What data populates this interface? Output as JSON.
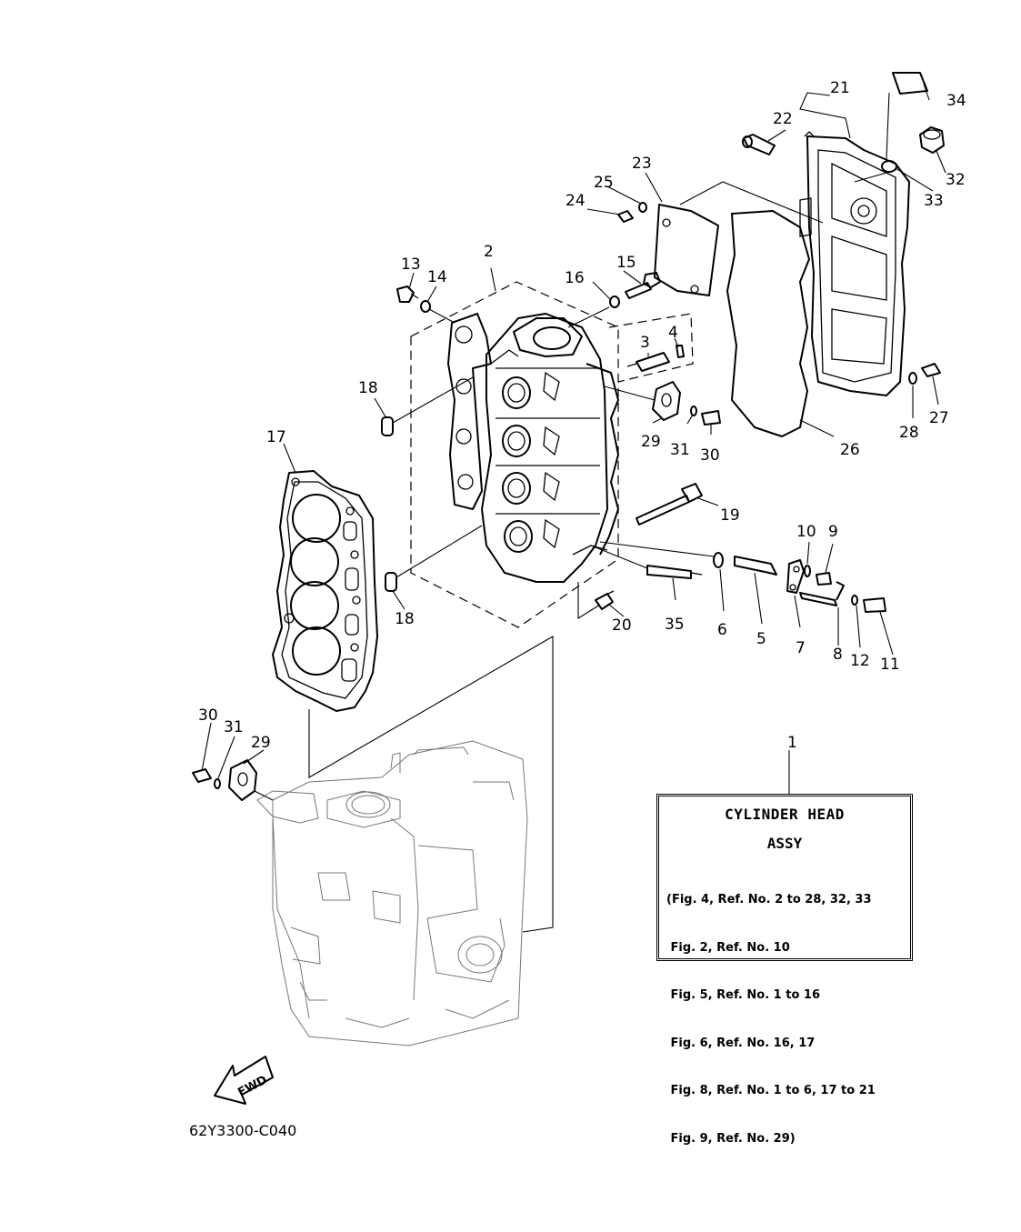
{
  "info_box": {
    "title": "CYLINDER HEAD",
    "subtitle": "ASSY",
    "lines": [
      "(Fig. 4, Ref. No. 2 to 28, 32, 33",
      " Fig. 2, Ref. No. 10",
      " Fig. 5, Ref. No. 1 to 16",
      " Fig. 6, Ref. No. 16, 17",
      " Fig. 8, Ref. No. 1 to 6, 17 to 21",
      " Fig. 9, Ref. No. 29)"
    ]
  },
  "fwd_label": "FWD",
  "diagram_code": "62Y3300-C040",
  "callouts": [
    "1",
    "2",
    "3",
    "4",
    "5",
    "6",
    "7",
    "8",
    "9",
    "10",
    "11",
    "12",
    "13",
    "14",
    "15",
    "16",
    "17",
    "18",
    "18",
    "19",
    "20",
    "21",
    "22",
    "23",
    "24",
    "25",
    "26",
    "27",
    "28",
    "29",
    "29",
    "30",
    "30",
    "31",
    "31",
    "32",
    "33",
    "34",
    "35"
  ],
  "parts": [
    "cylinder-head-assy",
    "cylinder-head",
    "anode",
    "grommet",
    "shaft",
    "seal",
    "lever",
    "link",
    "bolt",
    "washer",
    "bolt",
    "clip",
    "bolt",
    "washer",
    "bolt",
    "washer",
    "head-gasket",
    "dowel-pin",
    "dowel-pin",
    "bolt",
    "bolt",
    "cylinder-head-cover",
    "collar",
    "cover",
    "bolt",
    "washer",
    "cover-gasket",
    "bolt",
    "washer",
    "plate",
    "plate",
    "bolt",
    "bolt",
    "washer",
    "washer",
    "oil-filler-cap",
    "o-ring",
    "label",
    "spark-plug"
  ]
}
